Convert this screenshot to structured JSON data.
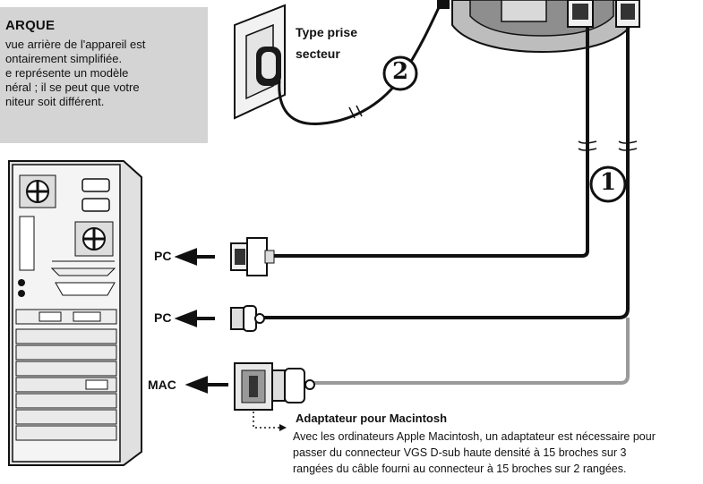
{
  "note": {
    "title": "ARQUE",
    "lines": [
      "vue arrière de l'appareil est",
      "ontairement simplifiée.",
      "e représente un modèle",
      "néral ; il se peut que votre",
      "niteur soit différent."
    ]
  },
  "plug": {
    "line1": "Type prise",
    "line2": "secteur"
  },
  "steps": {
    "power": "2",
    "signal": "1"
  },
  "connectors": {
    "pc_digital": "PC",
    "pc_analog": "PC",
    "mac": "MAC"
  },
  "adapter": {
    "title": "Adaptateur pour Macintosh",
    "lines": [
      "Avec les ordinateurs Apple Macintosh, un adaptateur est nécessaire pour",
      "passer du connecteur VGS D-sub haute densité à 15 broches sur 3",
      "rangées du câble fourni au connecteur à 15 broches sur 2 rangées."
    ]
  }
}
